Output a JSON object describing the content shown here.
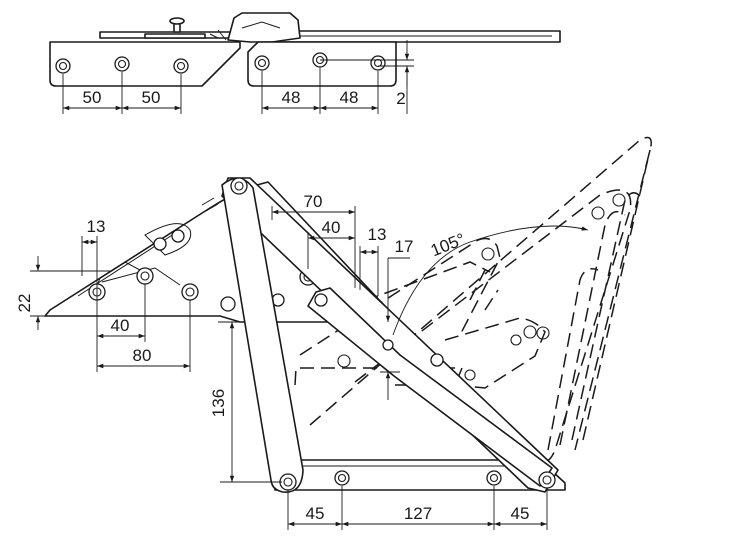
{
  "top_view": {
    "left_pitch_1": "50",
    "left_pitch_2": "50",
    "right_pitch_1": "48",
    "right_pitch_2": "48",
    "offset": "2"
  },
  "side_view": {
    "dim_13_left": "13",
    "dim_22": "22",
    "dim_40_bottom": "40",
    "dim_80": "80",
    "dim_70": "70",
    "dim_40_top": "40",
    "dim_13_right": "13",
    "dim_17": "17",
    "angle_open": "105°",
    "dim_136": "136",
    "base_45_left": "45",
    "base_127": "127",
    "base_45_right": "45"
  },
  "colors": {
    "line": "#1a1a1a",
    "background": "#ffffff"
  }
}
